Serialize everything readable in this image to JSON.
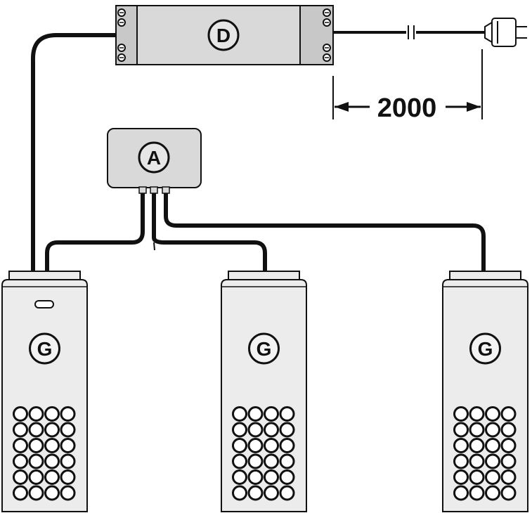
{
  "driver": {
    "badge": "D"
  },
  "controller": {
    "badge": "A"
  },
  "lights": [
    {
      "badge": "G"
    },
    {
      "badge": "G"
    },
    {
      "badge": "G"
    }
  ],
  "dimension": {
    "cable_length": "2000"
  },
  "colors": {
    "housing_fill": "#d9d9d9",
    "light_fill": "#ececec",
    "line": "#111111"
  }
}
